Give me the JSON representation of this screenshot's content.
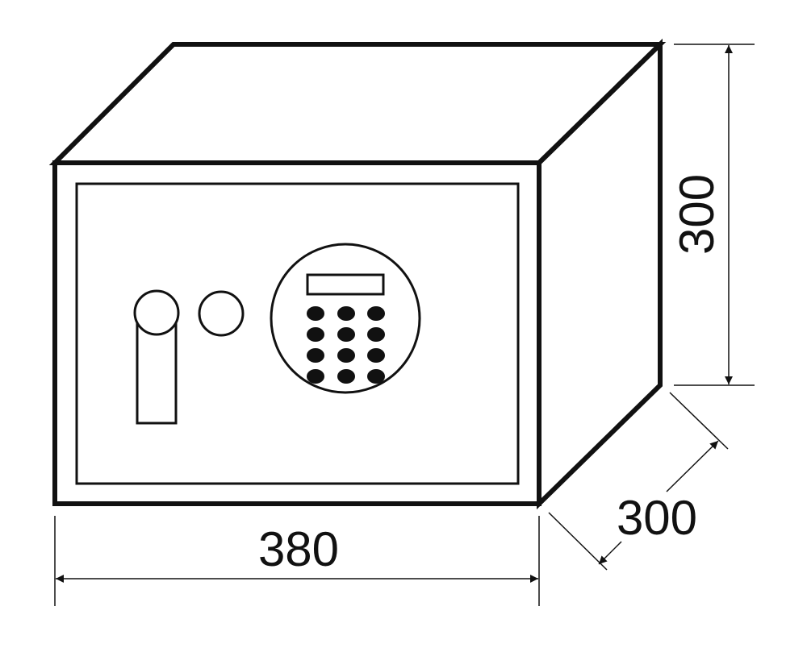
{
  "dimensions": {
    "width": "380",
    "height": "300",
    "depth": "300"
  },
  "colors": {
    "line": "#111111",
    "background": "#ffffff"
  },
  "keypad": {
    "rows": 4,
    "cols": 3
  }
}
